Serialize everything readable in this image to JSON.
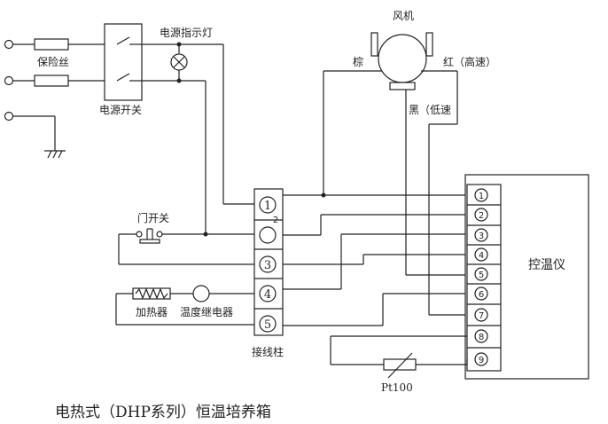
{
  "title": "电热式（DHP系列）恒温培养箱",
  "labels": {
    "fuse": "保险丝",
    "power_switch": "电源开关",
    "power_lamp": "电源指示灯",
    "fan": "风机",
    "brown": "棕",
    "red_high": "红（高速）",
    "black_low": "黑（低速",
    "door_switch": "门开关",
    "heater": "加热器",
    "relay": "温度继电器",
    "terminal_block": "接线柱",
    "controller": "控温仪",
    "pt100": "Pt100",
    "terminal_2_side": "2"
  },
  "terminals": [
    "1",
    "",
    "3",
    "4",
    "5"
  ],
  "controller_terminals": [
    "1",
    "2",
    "3",
    "4",
    "5",
    "6",
    "7",
    "8",
    "9"
  ]
}
